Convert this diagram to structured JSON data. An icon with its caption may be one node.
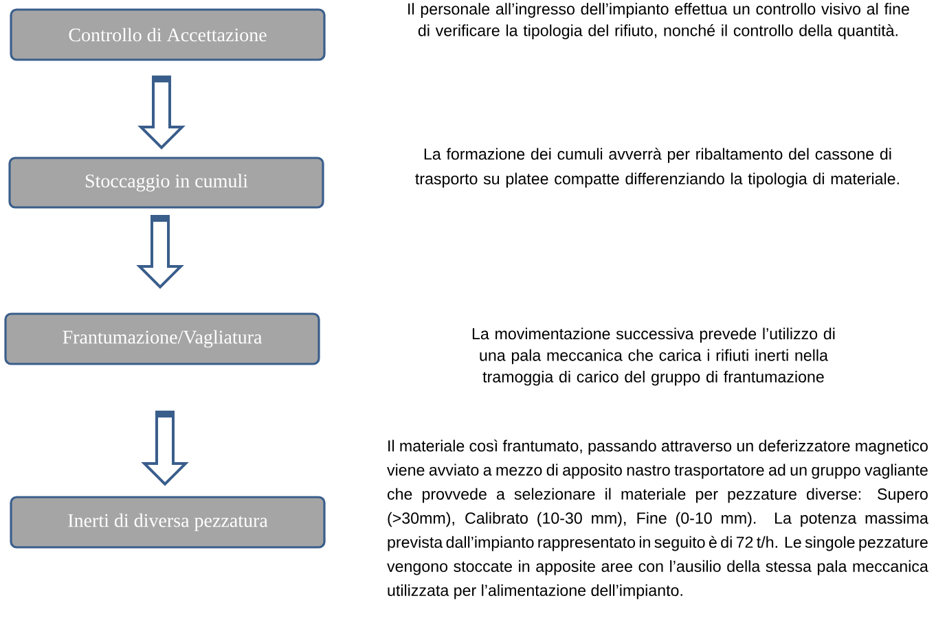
{
  "diagram": {
    "nodes": [
      {
        "text": [
          "Controllo di Accettazione"
        ]
      },
      {
        "text": [
          "Stoccaggio in cumuli"
        ]
      },
      {
        "text": [
          "Frantumazione/Vagliatura"
        ]
      },
      {
        "text": [
          "Inerti di diversa pezzatura"
        ]
      }
    ],
    "edges": [
      {
        "from": 0,
        "to": 1,
        "arrow": "to"
      },
      {
        "from": 1,
        "to": 2,
        "arrow": "to"
      },
      {
        "from": 2,
        "to": 3,
        "arrow": "to"
      }
    ],
    "labels": [
      "Il personale all’ingresso dell’impianto effettua un controllo visivo al fine di verificare la tipologia del rifiuto, nonché il controllo della quantità.",
      "La formazione dei cumuli avverrà per ribaltamento del cassone di trasporto su platee compatte differenziando la tipologia di materiale.",
      "La movimentazione successiva prevede l’utilizzo di una pala meccanica che carica i rifiuti inerti nella tramoggia di carico del gruppo di frantumazione",
      "Il materiale così frantumato, passando attraverso un deferizzatore magnetico viene avviato a mezzo di apposito nastro trasportatore ad un gruppo vagliante che provvede a selezionare il materiale per pezzature diverse: Supero (>30mm), Calibrato (10-30 mm), Fine (0-10 mm). La potenza massima prevista dall’impianto rappresentato in seguito è di 72 t/h. Le singole pezzature vengono stoccate in apposite aree con l’ausilio della stessa pala meccanica utilizzata per l’alimentazione dell’impianto."
    ]
  }
}
